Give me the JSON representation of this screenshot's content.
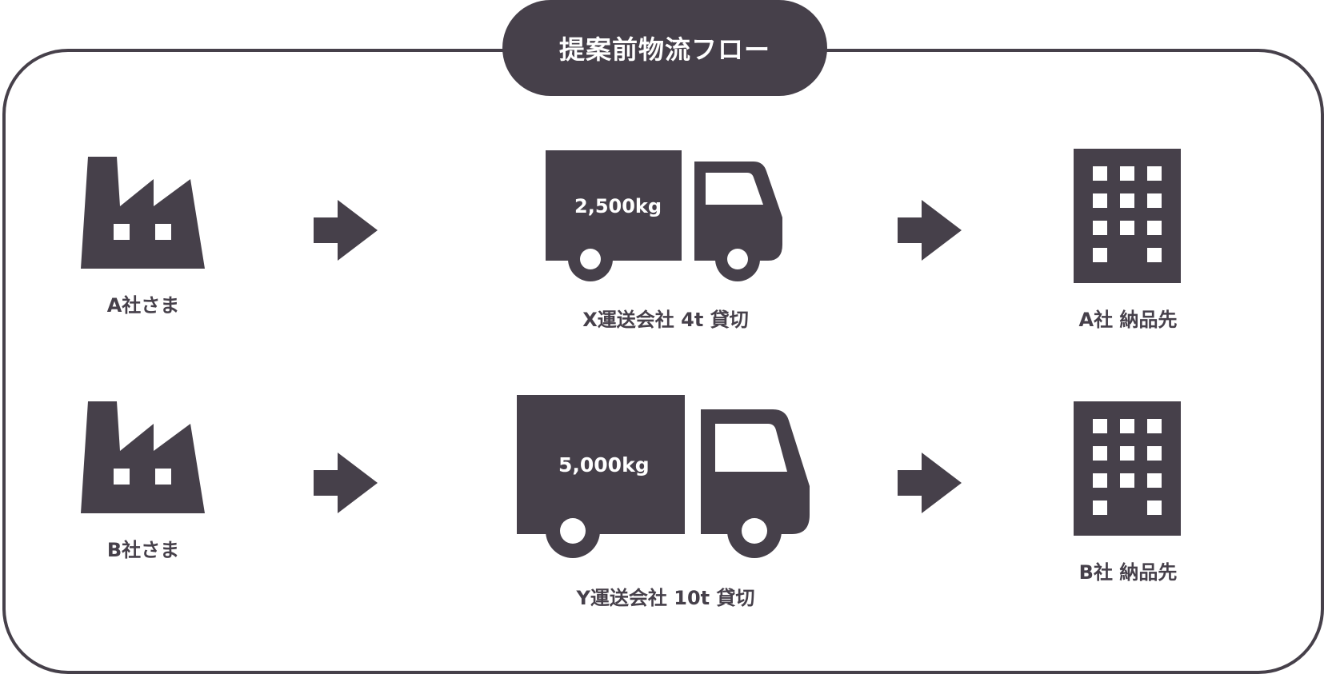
{
  "title": "提案前物流フロー",
  "colors": {
    "ink": "#46404a",
    "background": "#ffffff"
  },
  "rows": [
    {
      "origin": {
        "icon": "factory-icon",
        "label": "A社さま"
      },
      "carrier": {
        "icon": "truck-icon",
        "cargo": "2,500kg",
        "label": "X運送会社 4t 貸切"
      },
      "destination": {
        "icon": "building-icon",
        "label": "A社 納品先"
      }
    },
    {
      "origin": {
        "icon": "factory-icon",
        "label": "B社さま"
      },
      "carrier": {
        "icon": "truck-icon",
        "cargo": "5,000kg",
        "label": "Y運送会社 10t 貸切"
      },
      "destination": {
        "icon": "building-icon",
        "label": "B社 納品先"
      }
    }
  ]
}
